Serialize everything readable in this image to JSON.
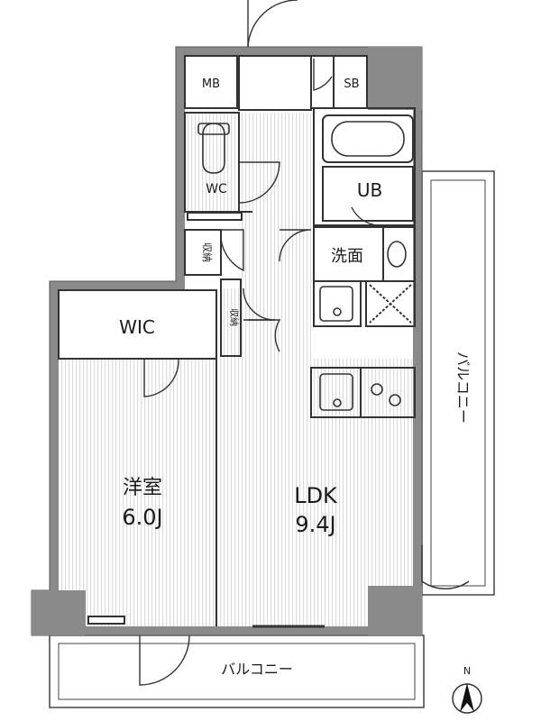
{
  "labels": {
    "mb": "MB",
    "sb": "SB",
    "wc": "WC",
    "ub": "UB",
    "storage_1": "収納",
    "storage_2": "収納",
    "washroom": "洗面",
    "wic": "WIC",
    "western_room": "洋室",
    "western_room_size": "6.0J",
    "ldk": "LDK",
    "ldk_size": "9.4J",
    "balcony_east": "バルコニー",
    "balcony_south": "バルコニー",
    "north": "N"
  },
  "colors": {
    "wall": "#777777",
    "wall_dark": "#8a8a8a",
    "floor_stripe": "#e4e4e4",
    "line": "#222222"
  }
}
